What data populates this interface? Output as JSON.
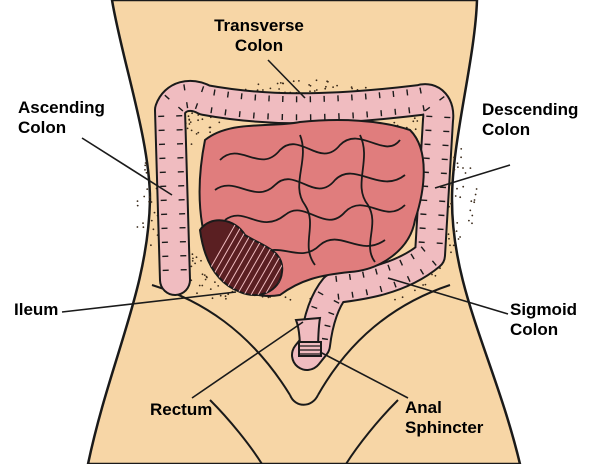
{
  "colors": {
    "skin": "#f7d6a6",
    "colon": "#f0bcc0",
    "small_intestine": "#e07d7d",
    "ileum": "#5a1f22",
    "outline": "#1a1a1a",
    "texture": "#3a2a1a"
  },
  "labels": {
    "transverse_colon": {
      "line1": "Transverse",
      "line2": "Colon"
    },
    "ascending_colon": {
      "line1": "Ascending",
      "line2": "Colon"
    },
    "descending_colon": {
      "line1": "Descending",
      "line2": "Colon"
    },
    "ileum": {
      "line1": "Ileum"
    },
    "sigmoid_colon": {
      "line1": "Sigmoid",
      "line2": "Colon"
    },
    "rectum": {
      "line1": "Rectum"
    },
    "anal_sphincter": {
      "line1": "Anal",
      "line2": "Sphincter"
    }
  }
}
